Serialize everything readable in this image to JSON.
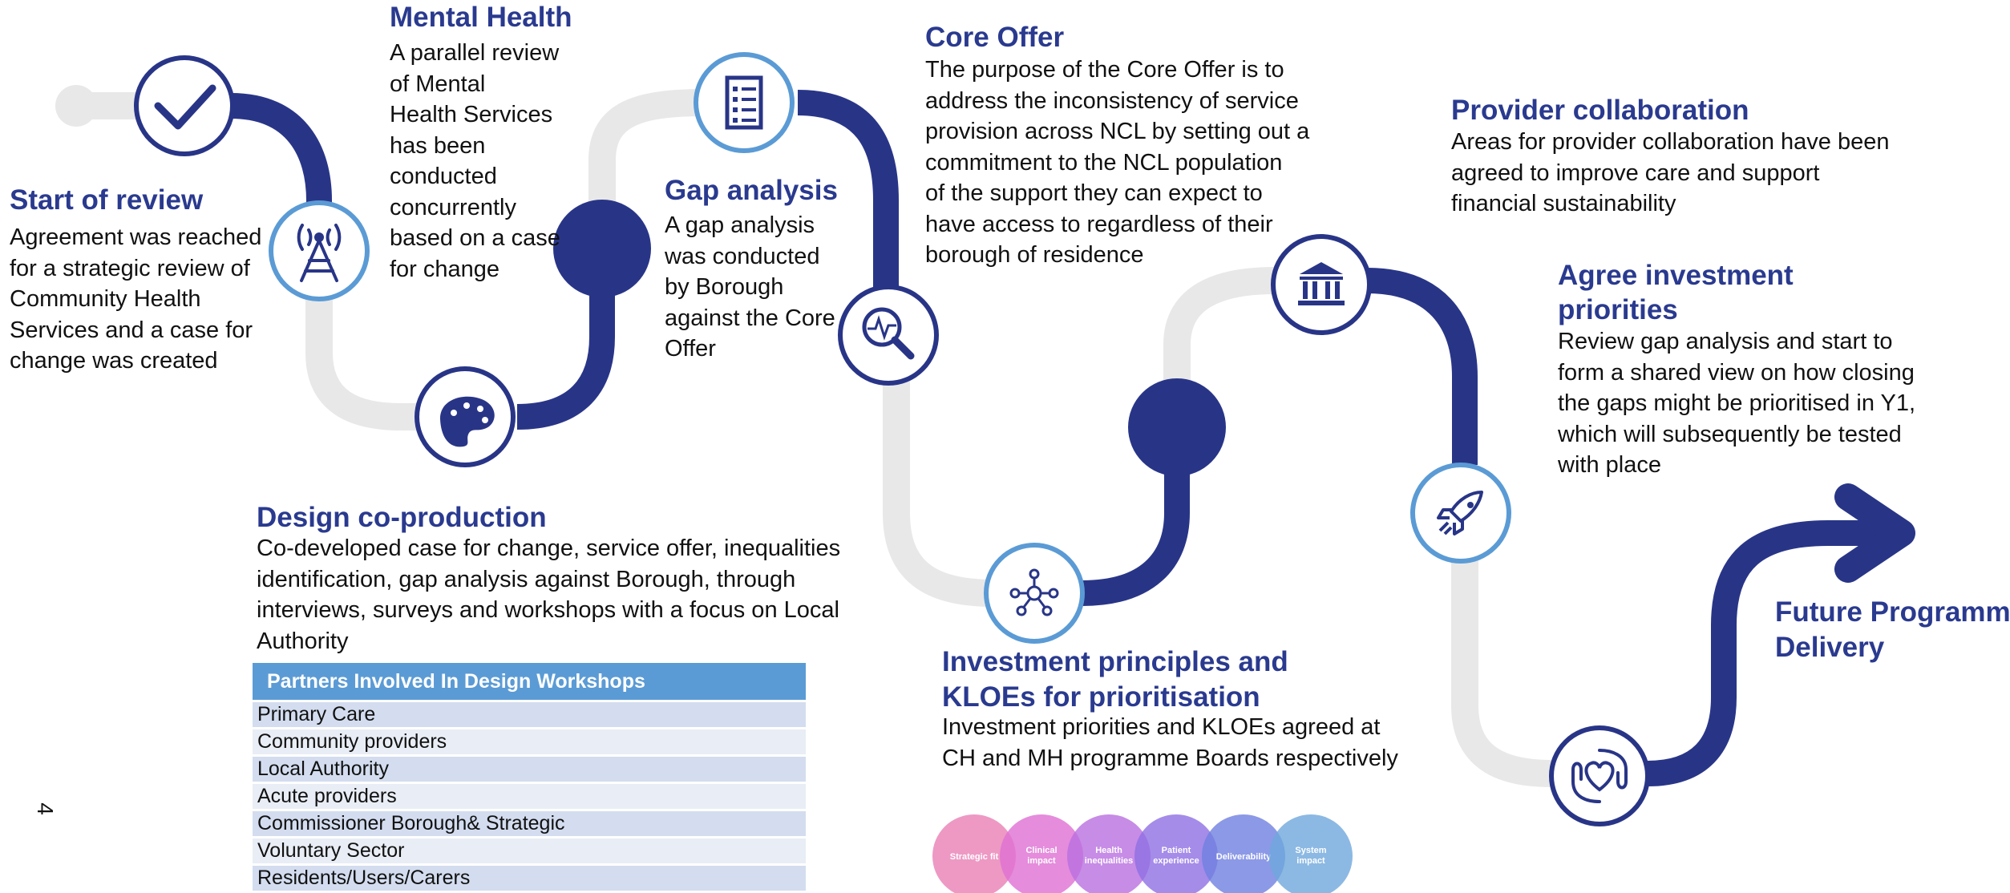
{
  "colors": {
    "dark_navy": "#283587",
    "light_blue": "#5b9bd5",
    "track_grey": "#e8e8e8",
    "heading": "#2a3a8f"
  },
  "stages": [
    {
      "heading": "Start of review",
      "text": "Agreement was reached\nfor a strategic review of\nCommunity Health\nServices and a case for\nchange was created"
    },
    {
      "heading": "Mental Health",
      "text": "A parallel review\nof Mental\nHealth Services\nhas been\nconducted\nconcurrently\nbased on a case\nfor change"
    },
    {
      "heading": "Gap analysis",
      "text": "A gap analysis\nwas conducted\nby Borough\nagainst the Core\nOffer"
    },
    {
      "heading": "Core Offer",
      "text": "The purpose of the Core Offer  is to\naddress the inconsistency of service\nprovision across NCL by setting out a\ncommitment to the NCL population\nof the support they can expect to\nhave access to regardless of their\nborough      of residence"
    },
    {
      "heading": "Provider collaboration",
      "text": "Areas for provider collaboration have been\nagreed to improve care and support\nfinancial sustainability"
    },
    {
      "heading_line1": "Agree investment",
      "heading_line2": "priorities",
      "text": "Review gap analysis and start to\nform a shared view on how closing\nthe gaps might be prioritised in Y1,\nwhich will subsequently be tested\nwith place"
    },
    {
      "heading": "Design co-production",
      "text": "Co-developed case for change, service offer, inequalities\nidentification, gap analysis against Borough, through\ninterviews, surveys and workshops with a focus on Local\nAuthority"
    },
    {
      "heading_line1": "Investment principles and",
      "heading_line2": "KLOEs for prioritisation",
      "text": "Investment priorities and KLOEs agreed at\nCH and MH programme Boards respectively"
    },
    {
      "heading_line1": "Future Programme",
      "heading_line2": "Delivery"
    }
  ],
  "partners_table": {
    "header": "Partners Involved In Design Workshops",
    "rows": [
      "Primary Care",
      "Community providers",
      "Local Authority",
      "Acute providers",
      "Commissioner Borough& Strategic",
      "Voluntary Sector",
      "Residents/Users/Carers"
    ]
  },
  "criteria_circles": [
    {
      "label_line1": "Strategic fit",
      "label_line2": "",
      "color": "#e87fb5"
    },
    {
      "label_line1": "Clinical",
      "label_line2": "impact",
      "color": "#de6fd3"
    },
    {
      "label_line1": "Health",
      "label_line2": "inequalities",
      "color": "#b96fe0"
    },
    {
      "label_line1": "Patient",
      "label_line2": "experience",
      "color": "#8f6fe3"
    },
    {
      "label_line1": "Deliverability",
      "label_line2": "",
      "color": "#6f7fe0"
    },
    {
      "label_line1": "System",
      "label_line2": "impact",
      "color": "#6fa8dc"
    }
  ],
  "icons": [
    "checkmark-icon",
    "signal-tower-icon",
    "palette-icon",
    "checklist-document-icon",
    "magnifier-pulse-icon",
    "network-nodes-icon",
    "bank-building-icon",
    "rocket-icon",
    "heart-hands-icon"
  ],
  "page_number": "4"
}
